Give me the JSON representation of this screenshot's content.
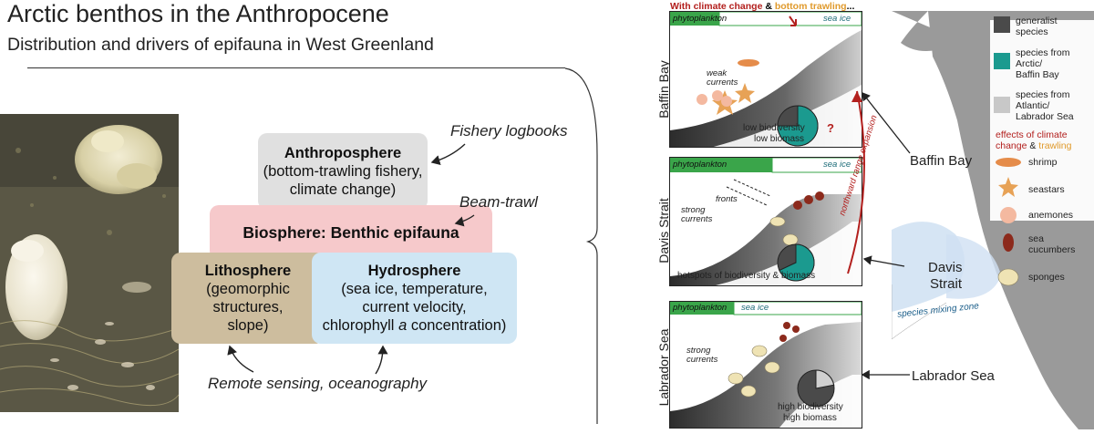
{
  "header": {
    "title": "Arctic benthos in the Anthropocene",
    "subtitle": "Distribution and drivers of epifauna in West Greenland"
  },
  "spheres": {
    "anthroposphere": {
      "title": "Anthroposphere",
      "line1": "(bottom-trawling fishery,",
      "line2": "climate change)"
    },
    "biosphere": {
      "title": "Biosphere: Benthic epifauna"
    },
    "lithosphere": {
      "title": "Lithosphere",
      "line1": "(geomorphic",
      "line2": "structures,",
      "line3": "slope)"
    },
    "hydrosphere": {
      "title": "Hydrosphere",
      "line1": "(sea ice, temperature,",
      "line2": "current velocity,",
      "line3a": "chlorophyll ",
      "line3b": "a",
      "line3c": " concentration)"
    }
  },
  "sources": {
    "fishery": "Fishery logbooks",
    "beam": "Beam-trawl",
    "remote": "Remote sensing, oceanography"
  },
  "panels": {
    "header_part1": "With climate change",
    "header_amp": " & ",
    "header_part2": "bottom trawling",
    "header_part3": "...",
    "phytoplankton": "phytoplankton",
    "sea_ice": "sea ice",
    "baffin": {
      "side": "Baffin Bay",
      "currents1": "weak",
      "currents2": "currents",
      "bio": "low biodiversity",
      "biomass": "low biomass",
      "q": "?",
      "pie_fraction": 0.75
    },
    "davis": {
      "side": "Davis Strait",
      "fronts": "fronts",
      "currents1": "strong",
      "currents2": "currents",
      "hotspots": "hotspots of biodiversity & biomass",
      "pie_fraction": 0.68
    },
    "labrador": {
      "side": "Labrador Sea",
      "currents1": "strong",
      "currents2": "currents",
      "bio": "high biodiversity",
      "biomass": "high biomass",
      "pie_fraction": 0.22
    },
    "range": "northward range expansion"
  },
  "map": {
    "baffin": "Baffin Bay",
    "davis1": "Davis",
    "davis2": "Strait",
    "labrador": "Labrador Sea",
    "mixing": "species mixing zone"
  },
  "legend": {
    "generalist1": "generalist",
    "generalist2": "species",
    "arctic1": "species from",
    "arctic2": "Arctic/",
    "arctic3": "Baffin Bay",
    "atlantic1": "species from",
    "atlantic2": "Atlantic/",
    "atlantic3": "Labrador Sea",
    "effects1": "effects of climate",
    "effects2a": "change",
    "effects2b": " & ",
    "effects2c": "trawling",
    "shrimp": "shrimp",
    "seastars": "seastars",
    "anemones": "anemones",
    "cucumbers1": "sea",
    "cucumbers2": "cucumbers",
    "sponges": "sponges"
  },
  "colors": {
    "generalist": "#4a4a4a",
    "arctic": "#1b9a8f",
    "atlantic": "#c8c8c8",
    "climate": "#b3201e",
    "trawling": "#e09a2c",
    "phyto": "#3aa54a",
    "land": "#9a9a9a",
    "mixing": "#cfe0f2"
  }
}
